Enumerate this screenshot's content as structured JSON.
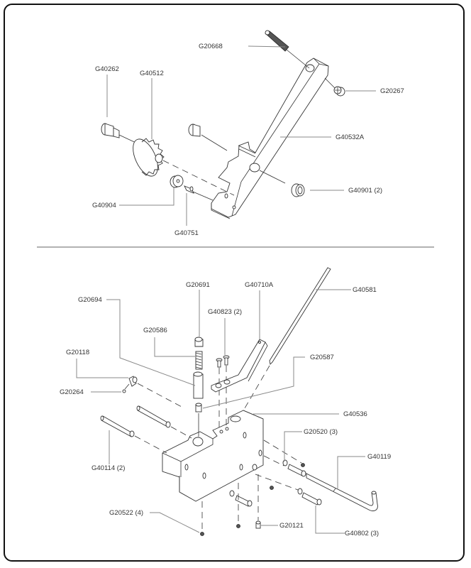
{
  "diagram": {
    "top_assembly": {
      "parts": [
        {
          "id": "G20668",
          "label": "G20668"
        },
        {
          "id": "G40262",
          "label": "G40262"
        },
        {
          "id": "G40512",
          "label": "G40512"
        },
        {
          "id": "G20267",
          "label": "G20267"
        },
        {
          "id": "G40532A",
          "label": "G40532A"
        },
        {
          "id": "G40901",
          "label": "G40901 (2)"
        },
        {
          "id": "G40904",
          "label": "G40904"
        },
        {
          "id": "G40751",
          "label": "G40751"
        }
      ]
    },
    "bottom_assembly": {
      "parts": [
        {
          "id": "G20691",
          "label": "G20691"
        },
        {
          "id": "G40710A",
          "label": "G40710A"
        },
        {
          "id": "G40581",
          "label": "G40581"
        },
        {
          "id": "G20694",
          "label": "G20694"
        },
        {
          "id": "G40823",
          "label": "G40823 (2)"
        },
        {
          "id": "G20586",
          "label": "G20586"
        },
        {
          "id": "G20118",
          "label": "G20118"
        },
        {
          "id": "G20587",
          "label": "G20587"
        },
        {
          "id": "G20264",
          "label": "G20264"
        },
        {
          "id": "G40536",
          "label": "G40536"
        },
        {
          "id": "G20520",
          "label": "G20520 (3)"
        },
        {
          "id": "G40114",
          "label": "G40114 (2)"
        },
        {
          "id": "G40119",
          "label": "G40119"
        },
        {
          "id": "G20522",
          "label": "G20522 (4)"
        },
        {
          "id": "G20121",
          "label": "G20121"
        },
        {
          "id": "G40802",
          "label": "G40802 (3)"
        }
      ]
    }
  }
}
